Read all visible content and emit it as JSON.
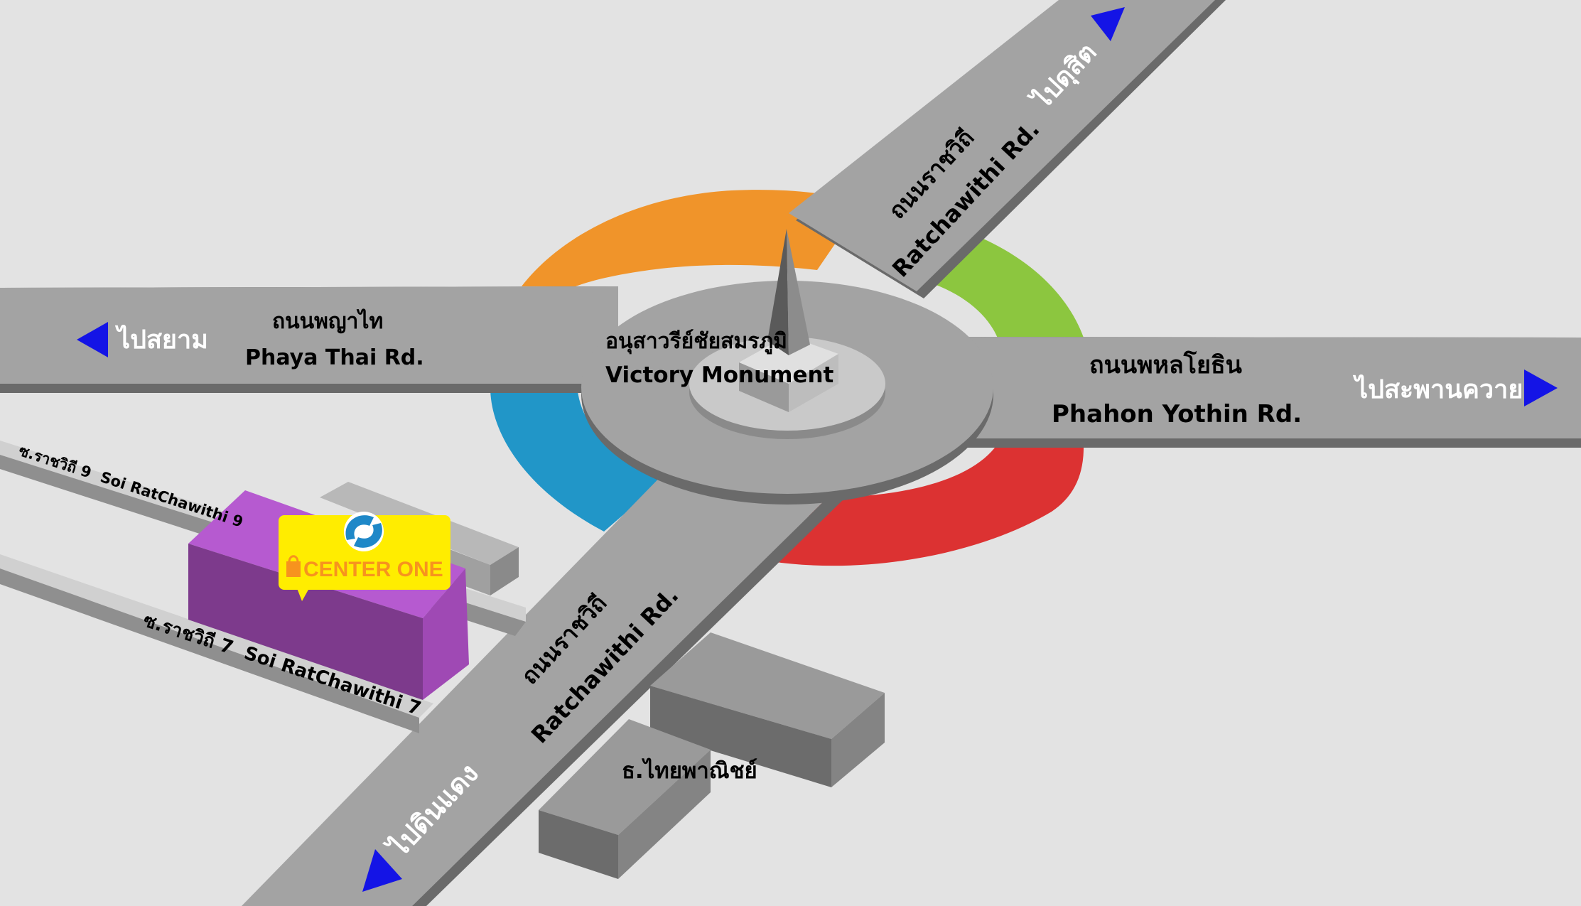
{
  "monument": {
    "name_th": "อนุสาวรีย์ชัยสมรภูมิ",
    "name_en": "Victory Monument"
  },
  "roads": {
    "phaya_thai": {
      "name_th": "ถนนพญาไท",
      "name_en": "Phaya Thai Rd.",
      "direction": "ไปสยาม"
    },
    "phahon_yothin": {
      "name_th": "ถนนพหลโยธิน",
      "name_en": "Phahon Yothin Rd.",
      "direction": "ไปสะพานควาย"
    },
    "ratchawithi_north": {
      "name_th": "ถนนราชวิถี",
      "name_en": "Ratchawithi Rd.",
      "direction": "ไปดุสิต"
    },
    "ratchawithi_south": {
      "name_th": "ถนนราชวิถี",
      "name_en": "Ratchawithi Rd.",
      "direction": "ไปดินแดง"
    },
    "soi_9": {
      "label": "ซ.ราชวิถี 9  Soi RatChawithi 9"
    },
    "soi_7": {
      "label": "ซ.ราชวิถี 7  Soi RatChawithi 7"
    }
  },
  "landmarks": {
    "bank": "ธ.ไทยพาณิชย์",
    "center_one": "CENTER ONE"
  },
  "colors": {
    "background": "#e3e3e3",
    "road": "#a3a3a3",
    "road_edge": "#6a6a6a",
    "arrow": "#1414e6",
    "ring_orange": "#f0942a",
    "ring_green": "#8cc63f",
    "ring_blue": "#2196c8",
    "ring_red": "#dc3232",
    "building_purple": "#7d3a8c",
    "logo_yellow": "#ffed00",
    "logo_orange": "#f7931e"
  },
  "icons": {
    "arrow": "triangle-arrow-icon",
    "logo": "center-one-logo-icon",
    "bag": "shopping-bag-icon"
  }
}
